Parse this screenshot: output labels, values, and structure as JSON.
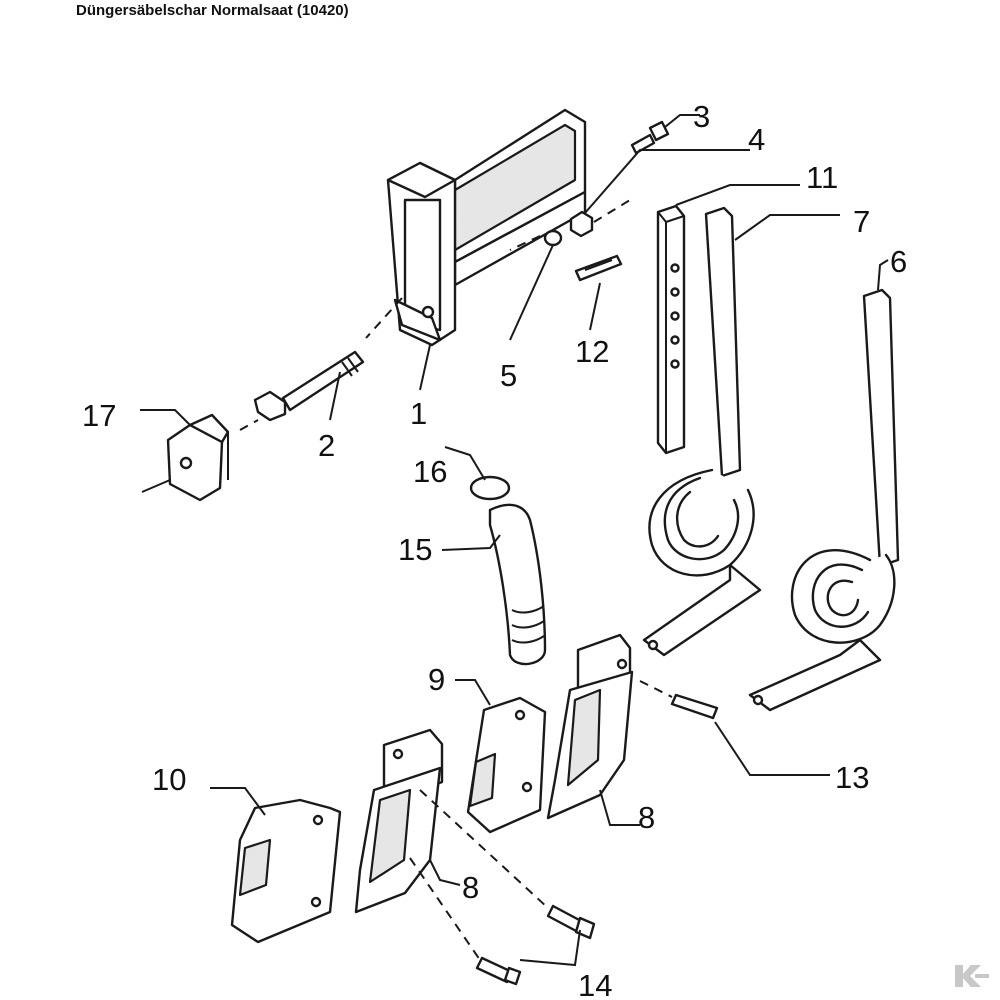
{
  "diagram": {
    "title": "Düngersäbelschar Normalsaat (10420)",
    "callouts": [
      "1",
      "2",
      "3",
      "4",
      "5",
      "6",
      "7",
      "8",
      "8",
      "9",
      "10",
      "11",
      "12",
      "13",
      "14",
      "15",
      "16",
      "17"
    ]
  },
  "colors": {
    "line": "#1a1a1a",
    "shade": "#e6e6e6",
    "logo": "#c8c8c8"
  }
}
